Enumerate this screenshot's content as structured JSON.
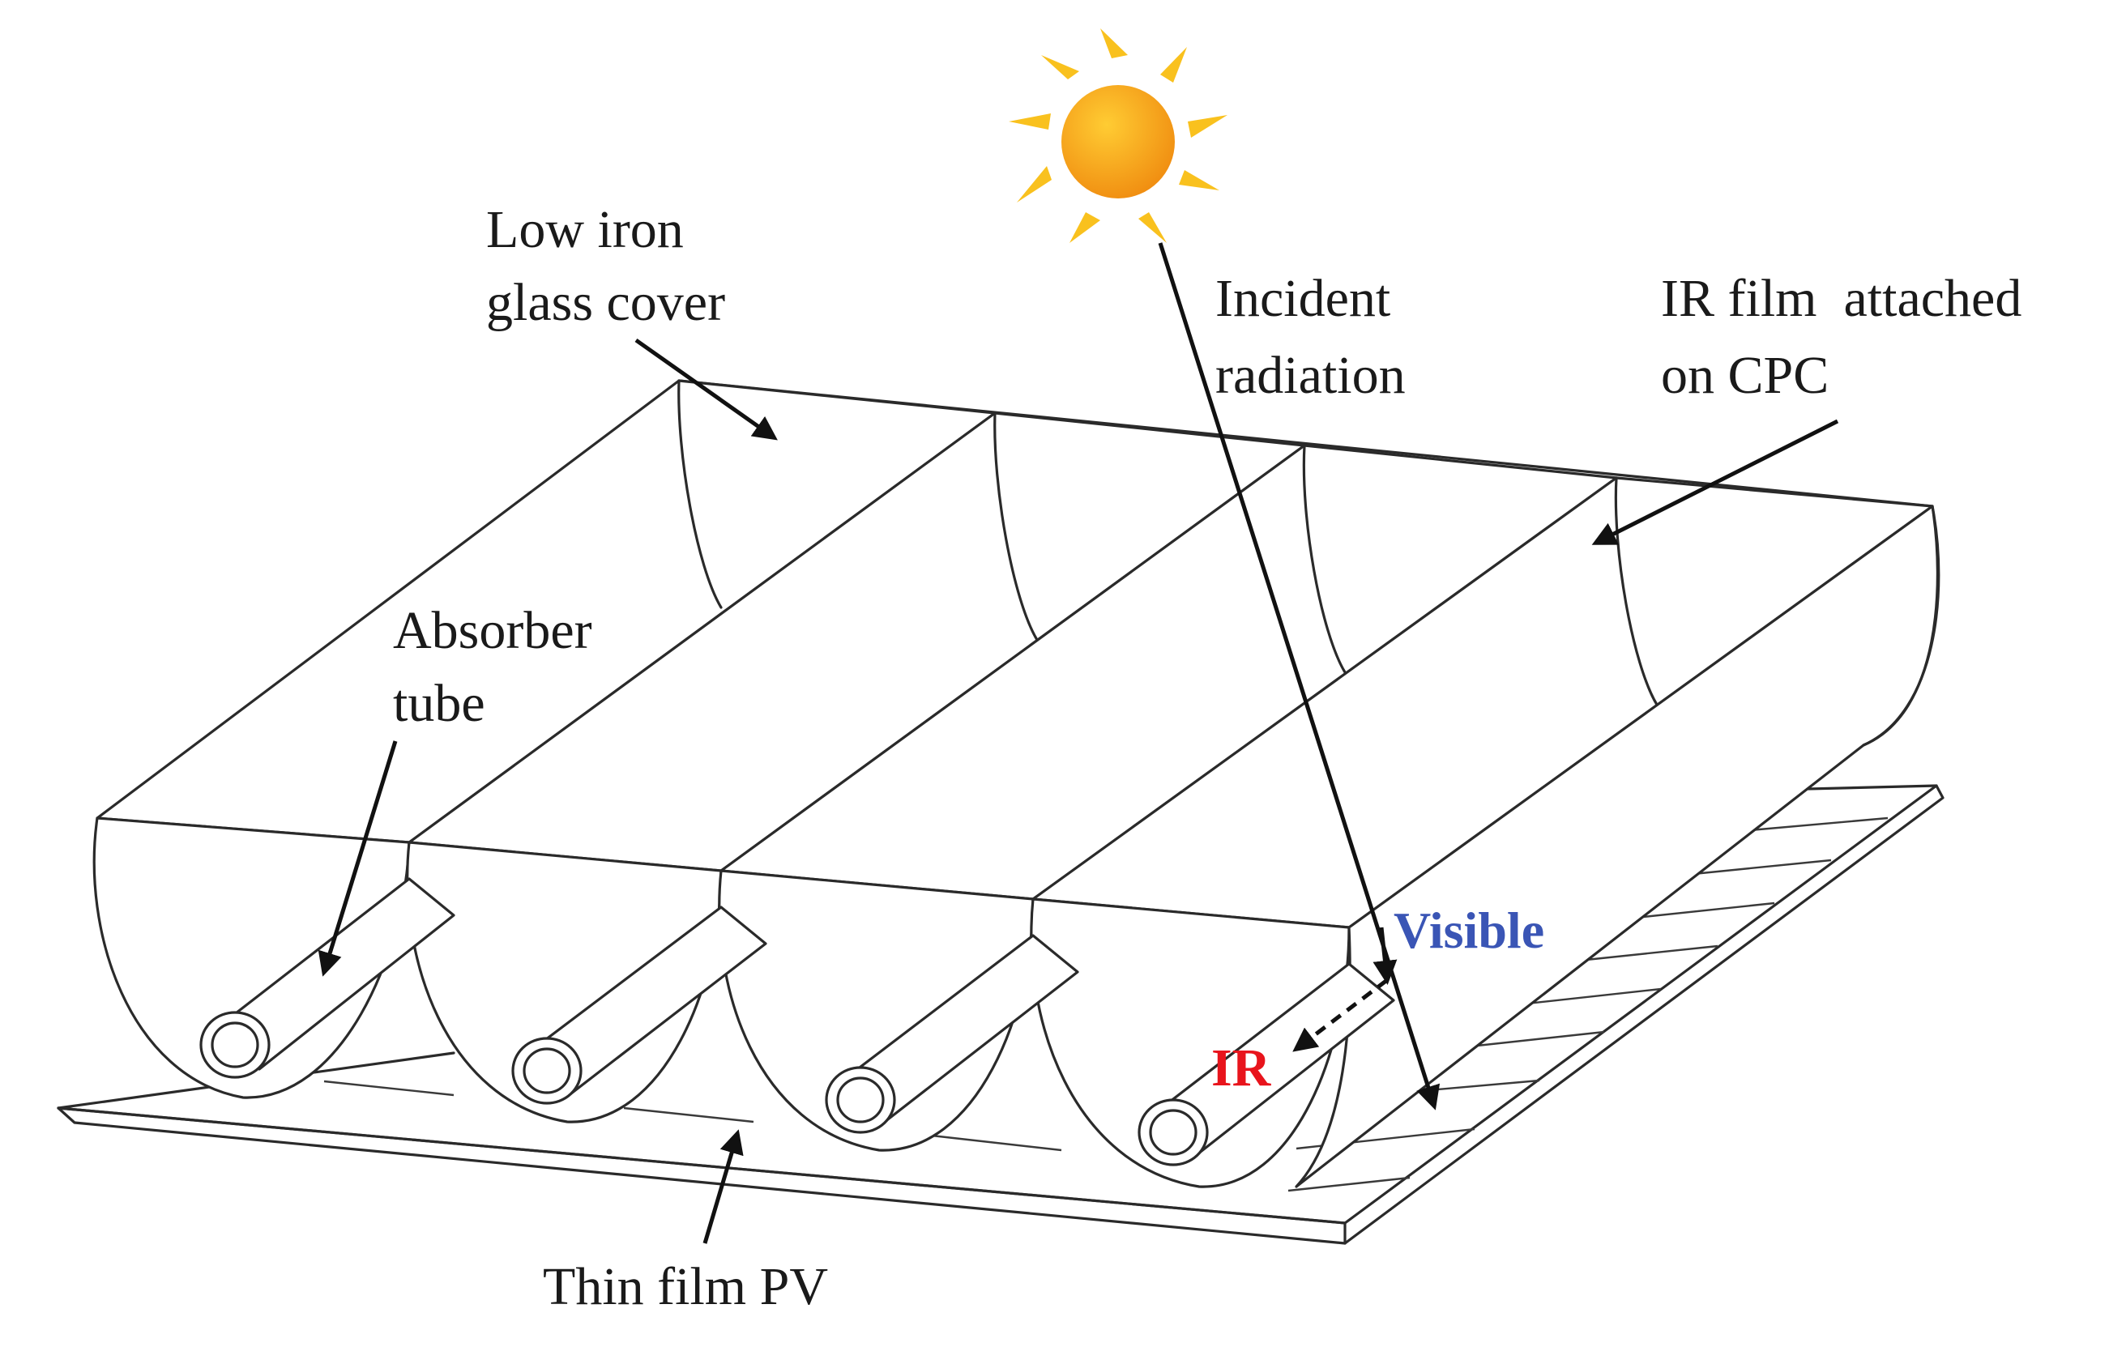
{
  "labels": {
    "glass_line1": "Low iron",
    "glass_line2": "glass cover",
    "incident_line1": "Incident",
    "incident_line2": "radiation",
    "irfilm_line1": "IR film  attached",
    "irfilm_line2": "on CPC",
    "absorber_line1": "Absorber",
    "absorber_line2": "tube",
    "visible": "Visible",
    "ir": "IR",
    "pv": "Thin film PV"
  },
  "colors": {
    "visible": "#3a55b5",
    "ir": "#e8141c",
    "sun_core": "#f7a21b",
    "sun_rays": "#f9c11e"
  },
  "icons": {
    "sun": "sun-icon"
  }
}
